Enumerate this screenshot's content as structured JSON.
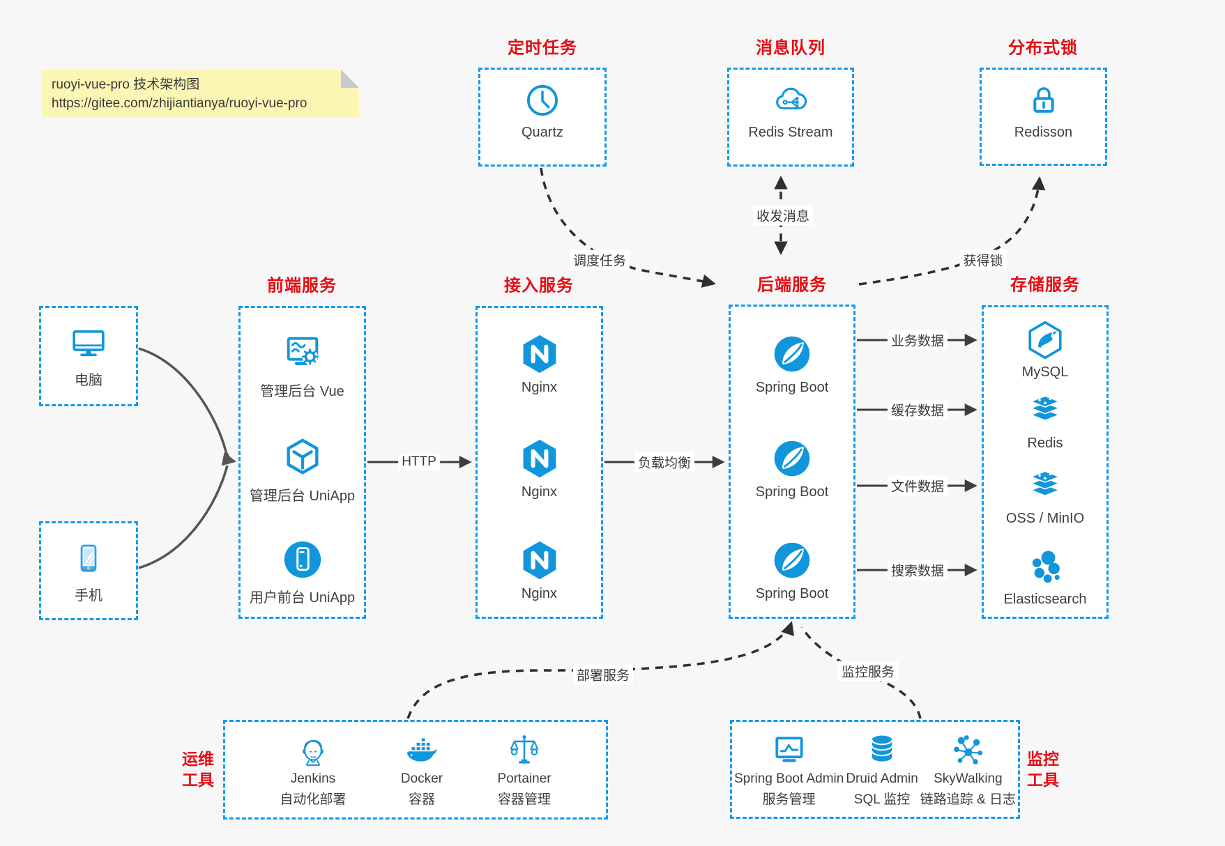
{
  "note": {
    "title": "ruoyi-vue-pro 技术架构图",
    "url": "https://gitee.com/zhijiantianya/ruoyi-vue-pro"
  },
  "colors": {
    "accent": "#1296db",
    "box_dash": "#1699ec",
    "title_red": "#e60c12",
    "label": "#3f3f3f",
    "note_bg": "#fbf6b4",
    "background": "#f7f7f8",
    "arrow_solid": "#3d3d3d",
    "arrow_dashed": "#2f2f2f"
  },
  "top_groups": [
    {
      "title": "定时任务",
      "item": {
        "label": "Quartz",
        "icon": "clock-icon"
      }
    },
    {
      "title": "消息队列",
      "item": {
        "label": "Redis Stream",
        "icon": "cloud-stream-icon"
      }
    },
    {
      "title": "分布式锁",
      "item": {
        "label": "Redisson",
        "icon": "lock-icon"
      }
    }
  ],
  "clients": [
    {
      "label": "电脑",
      "icon": "desktop-icon"
    },
    {
      "label": "手机",
      "icon": "phone-icon"
    }
  ],
  "columns": [
    {
      "title": "前端服务",
      "items": [
        {
          "label": "管理后台 Vue",
          "icon": "admin-vue-icon"
        },
        {
          "label": "管理后台 UniApp",
          "icon": "uniapp-cube-icon"
        },
        {
          "label": "用户前台 UniApp",
          "icon": "user-app-icon"
        }
      ]
    },
    {
      "title": "接入服务",
      "items": [
        {
          "label": "Nginx",
          "icon": "nginx-icon"
        },
        {
          "label": "Nginx",
          "icon": "nginx-icon"
        },
        {
          "label": "Nginx",
          "icon": "nginx-icon"
        }
      ]
    },
    {
      "title": "后端服务",
      "items": [
        {
          "label": "Spring Boot",
          "icon": "spring-icon"
        },
        {
          "label": "Spring Boot",
          "icon": "spring-icon"
        },
        {
          "label": "Spring Boot",
          "icon": "spring-icon"
        }
      ]
    },
    {
      "title": "存储服务",
      "items": [
        {
          "label": "MySQL",
          "icon": "mysql-icon"
        },
        {
          "label": "Redis",
          "icon": "redis-stack-icon"
        },
        {
          "label": "OSS / MinIO",
          "icon": "redis-stack-icon"
        },
        {
          "label": "Elasticsearch",
          "icon": "elasticsearch-icon"
        }
      ]
    }
  ],
  "bottom_groups": [
    {
      "title_line1": "运维",
      "title_line2": "工具",
      "items": [
        {
          "label": "Jenkins",
          "sublabel": "自动化部署",
          "icon": "jenkins-icon"
        },
        {
          "label": "Docker",
          "sublabel": "容器",
          "icon": "docker-icon"
        },
        {
          "label": "Portainer",
          "sublabel": "容器管理",
          "icon": "portainer-icon"
        }
      ]
    },
    {
      "title_line1": "监控",
      "title_line2": "工具",
      "items": [
        {
          "label": "Spring Boot Admin",
          "sublabel": "服务管理",
          "icon": "sba-icon"
        },
        {
          "label": "Druid Admin",
          "sublabel": "SQL 监控",
          "icon": "druid-icon"
        },
        {
          "label": "SkyWalking",
          "sublabel": "链路追踪 & 日志",
          "icon": "skywalking-icon"
        }
      ]
    }
  ],
  "edge_labels": {
    "http": "HTTP",
    "load_balance": "负载均衡",
    "business_data": "业务数据",
    "cache_data": "缓存数据",
    "file_data": "文件数据",
    "search_data": "搜索数据",
    "schedule_task": "调度任务",
    "send_receive_message": "收发消息",
    "acquire_lock": "获得锁",
    "deploy_service": "部署服务",
    "monitor_service": "监控服务"
  }
}
